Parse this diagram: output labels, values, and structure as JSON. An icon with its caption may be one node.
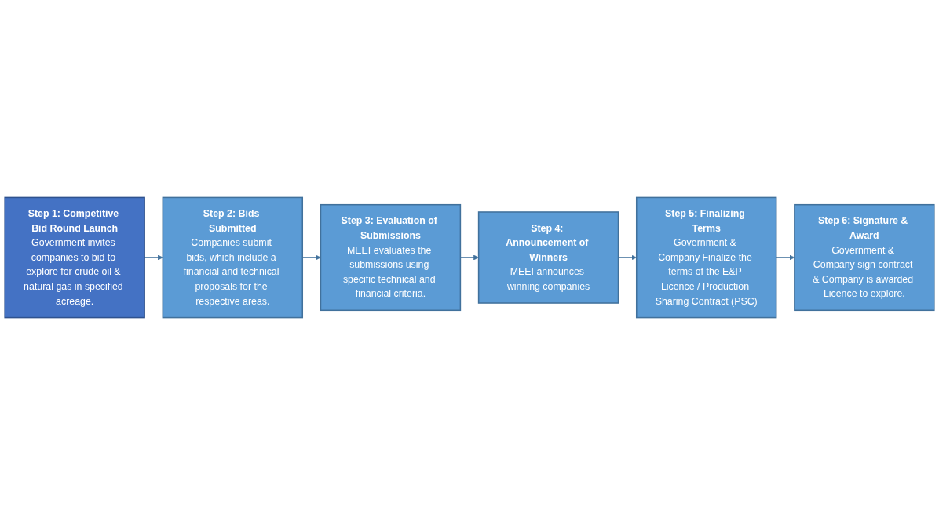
{
  "diagram": {
    "nodes": [
      {
        "text": [
          "Step 1: Competitive Bid Round Launch",
          "Government invites companies to bid to explore for crude oil & natural gas in specified acreage."
        ]
      },
      {
        "text": [
          "Step 2: Bids Submitted",
          "Companies submit bids, which include a financial and technical proposals for the respective areas."
        ]
      },
      {
        "text": [
          "Step 3: Evaluation of Submissions",
          "MEEI evaluates the submissions using specific technical and financial criteria."
        ]
      },
      {
        "text": [
          "Step 4: Announcement of Winners",
          "MEEI announces winning companies"
        ]
      },
      {
        "text": [
          "Step 5: Finalizing Terms",
          "Government & Company Finalize the terms of the E&P Licence / Production Sharing Contract (PSC)"
        ]
      },
      {
        "text": [
          "Step 6: Signature & Award",
          "Government & Company sign contract & Company is awarded Licence to explore."
        ]
      }
    ],
    "edges": [
      {
        "from": 0,
        "to": 1,
        "arrow": "to"
      },
      {
        "from": 1,
        "to": 2,
        "arrow": "to"
      },
      {
        "from": 2,
        "to": 3,
        "arrow": "to"
      },
      {
        "from": 3,
        "to": 4,
        "arrow": "to"
      },
      {
        "from": 4,
        "to": 5,
        "arrow": "to"
      }
    ]
  }
}
